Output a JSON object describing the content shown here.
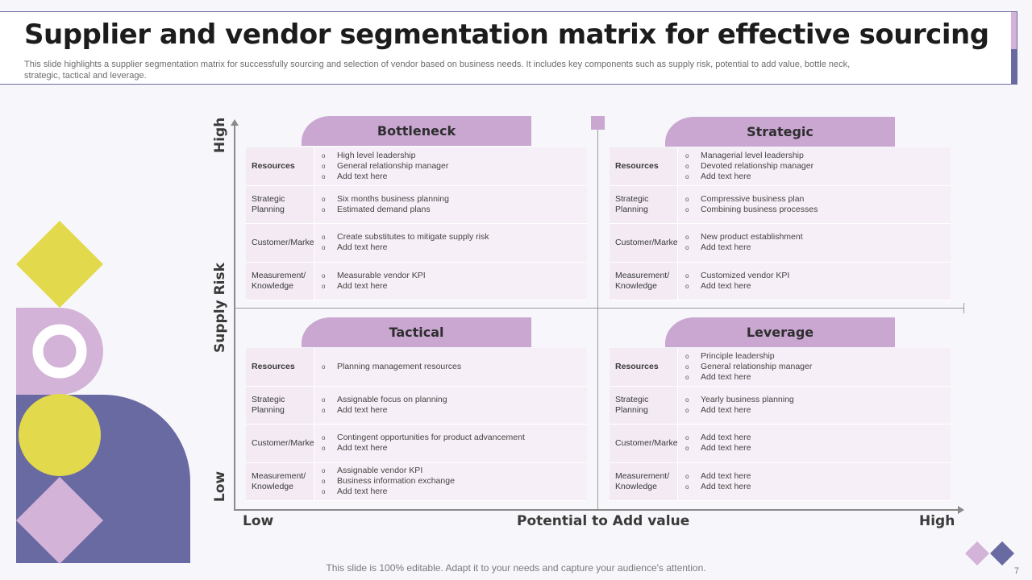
{
  "header": {
    "title": "Supplier and vendor segmentation matrix for effective sourcing",
    "description": "This slide highlights a supplier segmentation matrix for successfully sourcing and selection of vendor based on business needs. It includes key components such as supply risk, potential to add value, bottle neck, strategic, tactical and leverage."
  },
  "axes": {
    "y_label": "Supply Risk",
    "y_high": "High",
    "y_low": "Low",
    "x_label": "Potential to Add value",
    "x_low": "Low",
    "x_high": "High"
  },
  "quadrants": {
    "bottleneck": {
      "title": "Bottleneck",
      "rows": [
        {
          "category": "Resources",
          "items": [
            "High level leadership",
            "General relationship manager",
            "Add text here"
          ]
        },
        {
          "category": "Strategic Planning",
          "items": [
            "Six months business planning",
            "Estimated  demand plans"
          ]
        },
        {
          "category": "Customer/Market",
          "items": [
            "Create substitutes to mitigate  supply risk",
            "Add text here"
          ]
        },
        {
          "category": "Measurement/ Knowledge",
          "items": [
            "Measurable vendor KPI",
            "Add text here"
          ]
        }
      ]
    },
    "strategic": {
      "title": "Strategic",
      "rows": [
        {
          "category": "Resources",
          "items": [
            "Managerial level leadership",
            "Devoted relationship manager",
            "Add text here"
          ]
        },
        {
          "category": "Strategic Planning",
          "items": [
            "Compressive business plan",
            "Combining  business  processes"
          ]
        },
        {
          "category": "Customer/Market",
          "items": [
            "New product establishment",
            "Add text here"
          ]
        },
        {
          "category": "Measurement/ Knowledge",
          "items": [
            "Customized vendor KPI",
            "Add text here"
          ]
        }
      ]
    },
    "tactical": {
      "title": "Tactical",
      "rows": [
        {
          "category": "Resources",
          "items": [
            "Planning  management  resources"
          ]
        },
        {
          "category": "Strategic Planning",
          "items": [
            "Assignable focus on planning",
            "Add text here"
          ]
        },
        {
          "category": "Customer/Market",
          "items": [
            "Contingent  opportunities  for product advancement",
            "Add text here"
          ]
        },
        {
          "category": "Measurement/ Knowledge",
          "items": [
            "Assignable  vendor KPI",
            "Business information exchange",
            "Add text here"
          ]
        }
      ]
    },
    "leverage": {
      "title": "Leverage",
      "rows": [
        {
          "category": "Resources",
          "items": [
            "Principle  leadership",
            "General relationship manager",
            "Add text here"
          ]
        },
        {
          "category": "Strategic Planning",
          "items": [
            "Yearly business planning",
            "Add text here"
          ]
        },
        {
          "category": "Customer/Market",
          "items": [
            "Add text here",
            "Add text here"
          ]
        },
        {
          "category": "Measurement/ Knowledge",
          "items": [
            "Add text here",
            "Add text here"
          ]
        }
      ]
    }
  },
  "bullet_glyph": "o",
  "footer": {
    "note": "This slide is 100% editable. Adapt it to your needs and capture your audience's attention.",
    "page_number": "7"
  },
  "colors": {
    "lilac": "#c9a7d1",
    "indigo": "#6a6aa3",
    "yellow": "#e3d94c",
    "cell_bg": "#f7eff7"
  }
}
